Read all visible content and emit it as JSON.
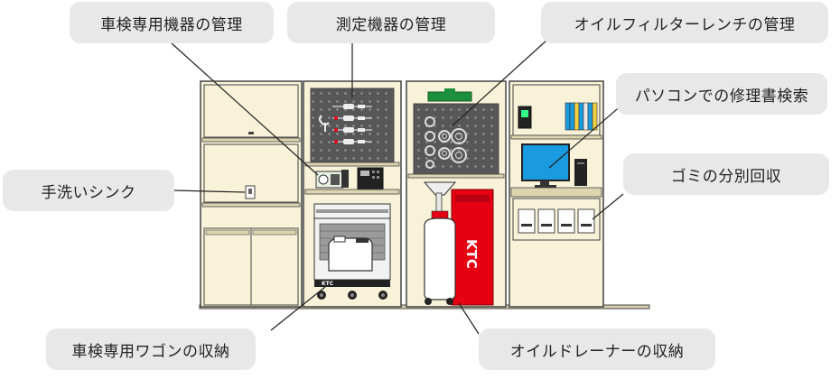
{
  "labels": {
    "inspection_equipment": "車検専用機器の管理",
    "measuring_equipment": "測定機器の管理",
    "oil_filter_wrench": "オイルフィルターレンチの管理",
    "pc_repair_search": "パソコンでの修理書検索",
    "hand_wash_sink": "手洗いシンク",
    "trash_sorting": "ゴミの分別回収",
    "inspection_wagon": "車検専用ワゴンの収納",
    "oil_drainer": "オイルドレーナーの収納"
  },
  "drainer_brand": "KTC",
  "wagon_brand": "KTC",
  "colors": {
    "cabinet": "#f7f2d8",
    "outline": "#444444",
    "pegboard": "#575757",
    "drainer_red": "#e50012",
    "monitor": "#1a9be0",
    "label_bg": "#e8e8e8"
  }
}
